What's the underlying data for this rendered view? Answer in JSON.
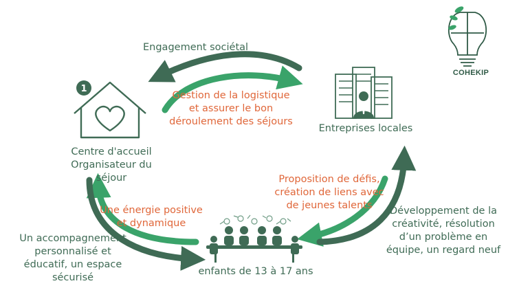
{
  "nodes": {
    "centre_line1": "Centre d'accueil",
    "centre_line2": "Organisateur du séjour",
    "entreprises": "Entreprises locales",
    "enfants": "enfants de 13 à 17 ans",
    "badge_number": "1"
  },
  "edges": {
    "engagement": "Engagement sociétal",
    "logistique_1": "Gestion de la logistique",
    "logistique_2": "et assurer le bon",
    "logistique_3": "déroulement des séjours",
    "defis_1": "Proposition de défis,",
    "defis_2": "création de liens avec",
    "defis_3": "de jeunes talents",
    "dev_1": "Développement de la",
    "dev_2": "créativité, résolution",
    "dev_3": "d’un problème en",
    "dev_4": "équipe, un regard neuf",
    "energie_1": "Une énergie positive",
    "energie_2": "et dynamique",
    "accomp_1": "Un accompagnement",
    "accomp_2": "personnalisé et",
    "accomp_3": "éducatif, un espace",
    "accomp_4": "sécurisé"
  },
  "logo": {
    "text": "COHEKIP"
  },
  "colors": {
    "dark_green": "#3f6b55",
    "bright_green": "#3aa36a",
    "orange": "#e0673a"
  }
}
